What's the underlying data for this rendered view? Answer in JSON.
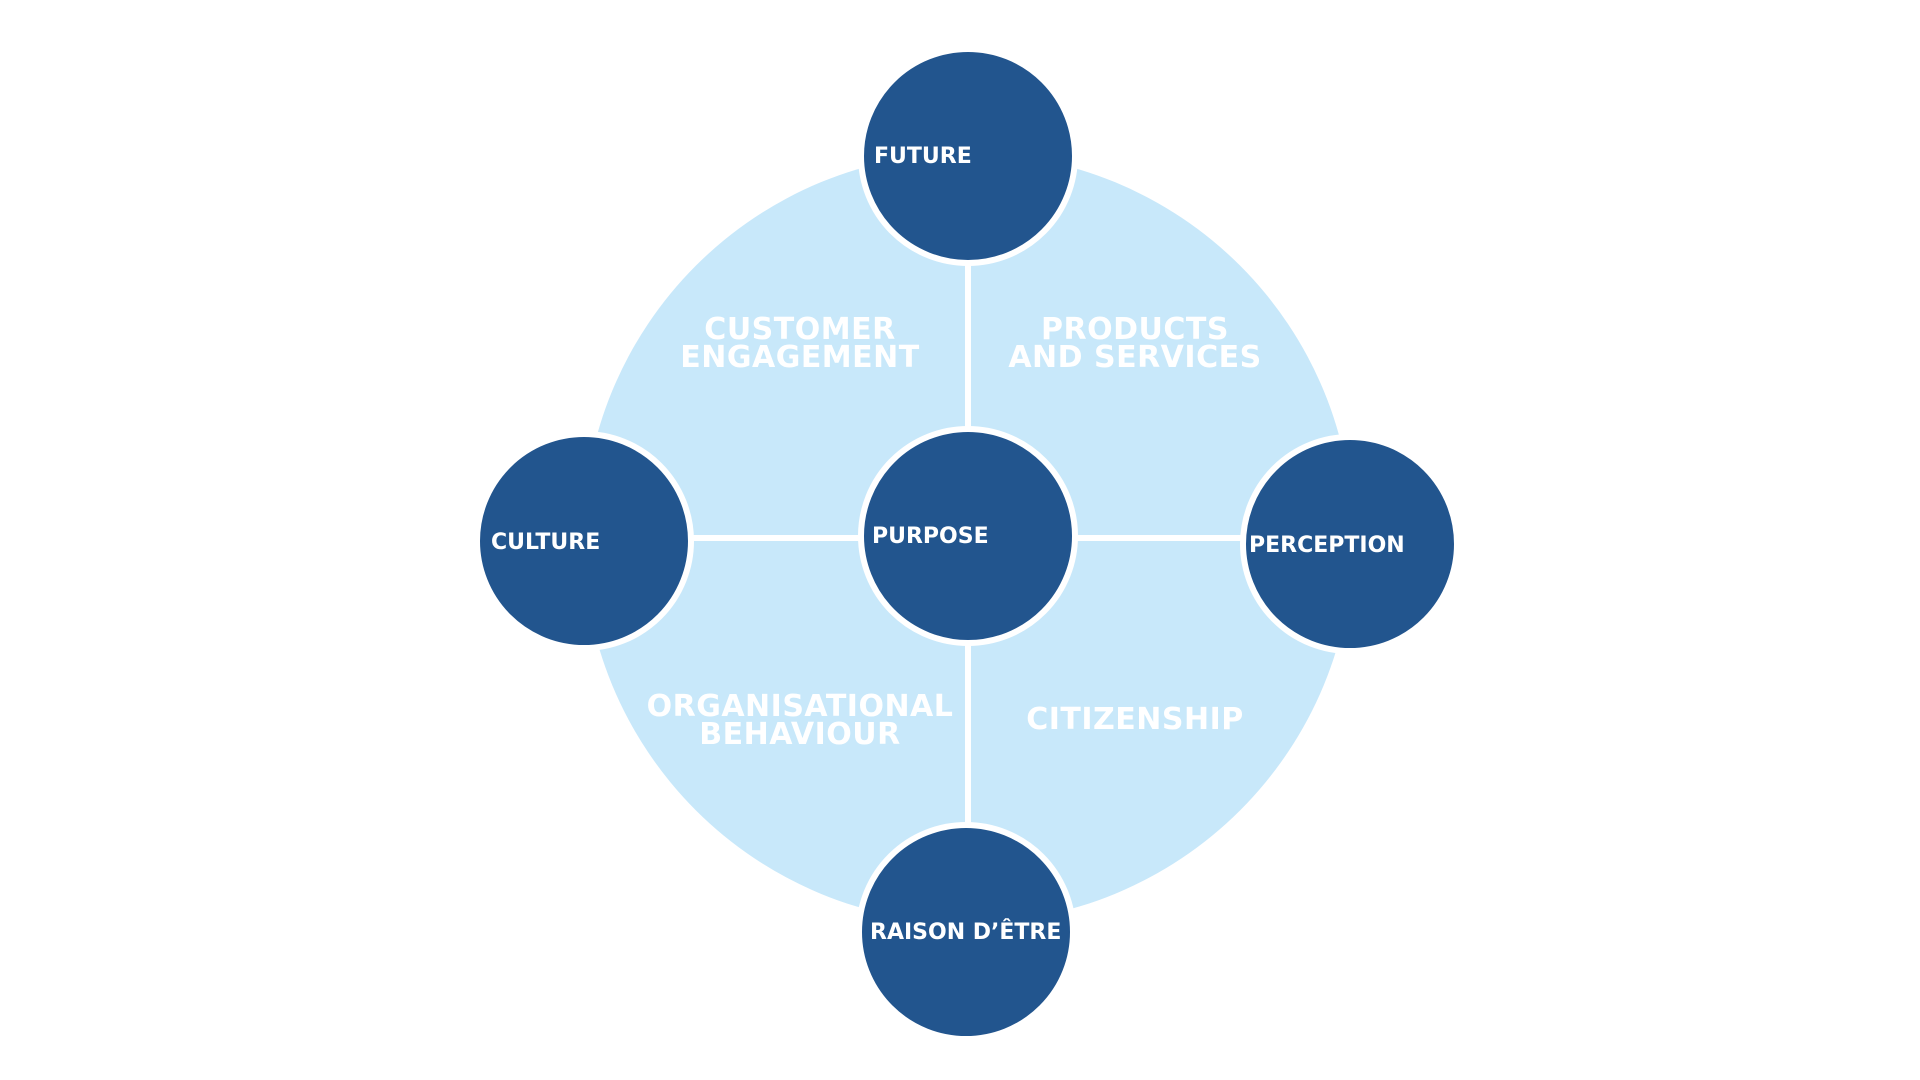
{
  "colors": {
    "background": "#ffffff",
    "outer_circle": "#c8e8fa",
    "node_fill": "#22558e",
    "connector": "#ffffff",
    "label_text": "#ffffff"
  },
  "quadrants": {
    "top_left": {
      "line1": "CUSTOMER",
      "line2": "ENGAGEMENT"
    },
    "top_right": {
      "line1": "PRODUCTS",
      "line2": "AND SERVICES"
    },
    "bottom_left": {
      "line1": "ORGANISATIONAL",
      "line2": "BEHAVIOUR"
    },
    "bottom_right": {
      "line1": "CITIZENSHIP"
    }
  },
  "nodes": {
    "center": "PURPOSE",
    "top": "FUTURE",
    "left": "CULTURE",
    "right": "PERCEPTION",
    "bottom": "RAISON D’ÊTRE"
  }
}
